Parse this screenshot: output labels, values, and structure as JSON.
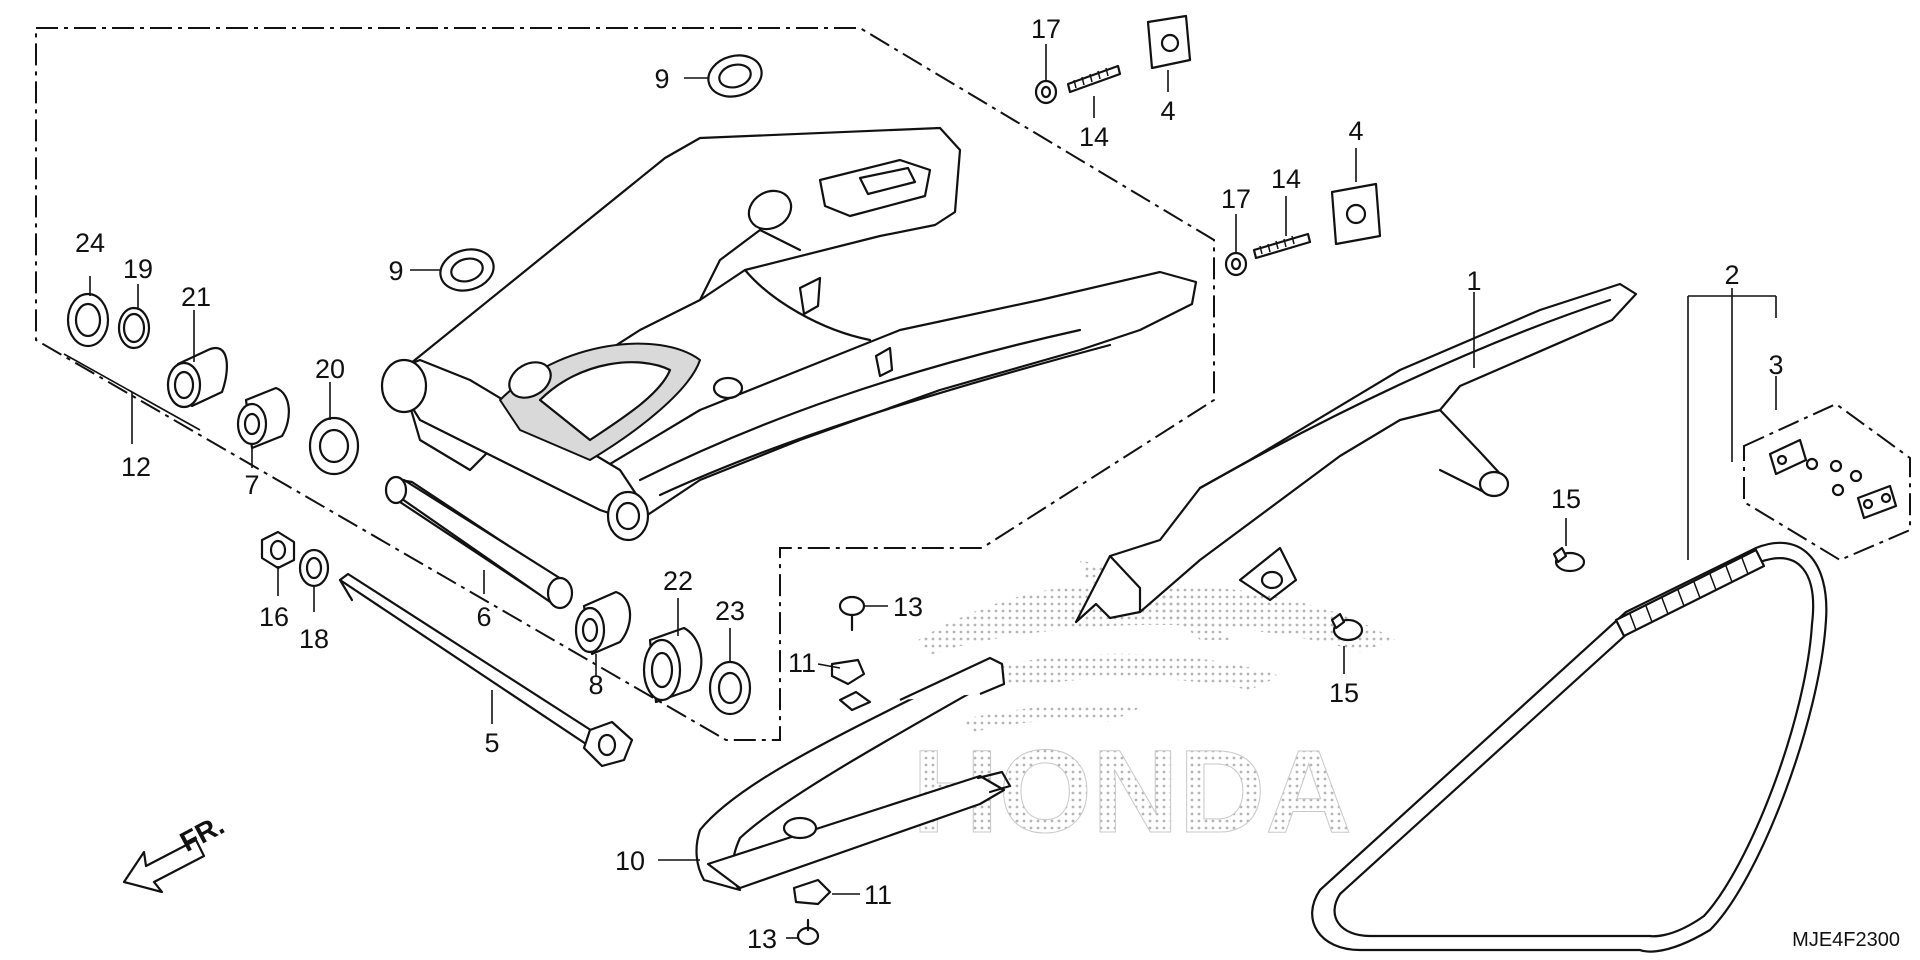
{
  "callouts": {
    "c1": "1",
    "c2": "2",
    "c3": "3",
    "c4a": "4",
    "c4b": "4",
    "c5": "5",
    "c6": "6",
    "c7": "7",
    "c8": "8",
    "c9a": "9",
    "c9b": "9",
    "c10": "10",
    "c11a": "11",
    "c11b": "11",
    "c12": "12",
    "c13a": "13",
    "c13b": "13",
    "c14a": "14",
    "c14b": "14",
    "c15a": "15",
    "c15b": "15",
    "c16": "16",
    "c17a": "17",
    "c17b": "17",
    "c18": "18",
    "c19": "19",
    "c20": "20",
    "c21": "21",
    "c22": "22",
    "c23": "23",
    "c24": "24"
  },
  "front_indicator": "FR.",
  "watermark": "HONDA",
  "diagram_code": "MJE4F2300",
  "colors": {
    "line": "#111111",
    "background": "#ffffff",
    "watermark_dots": "#bbbbbb"
  }
}
